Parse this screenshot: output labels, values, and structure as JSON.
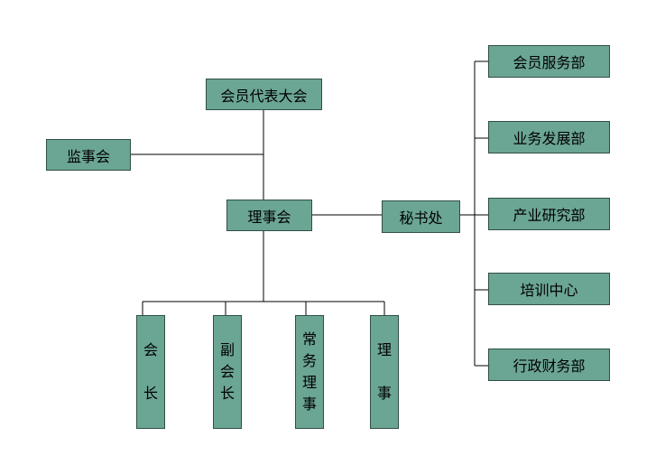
{
  "nodes": {
    "congress": "会员代表大会",
    "supervisors": "监事会",
    "council": "理事会",
    "secretariat": "秘书处",
    "departments": [
      "会员服务部",
      "业务发展部",
      "产业研究部",
      "培训中心",
      "行政财务部"
    ],
    "officers": [
      [
        "会",
        "",
        "长"
      ],
      [
        "副",
        "会",
        "长"
      ],
      [
        "常",
        "务",
        "理",
        "事"
      ],
      [
        "理",
        "",
        "事"
      ]
    ]
  },
  "colors": {
    "box_fill": "#6ba594",
    "box_border": "#2f4f46",
    "line": "#000000"
  }
}
